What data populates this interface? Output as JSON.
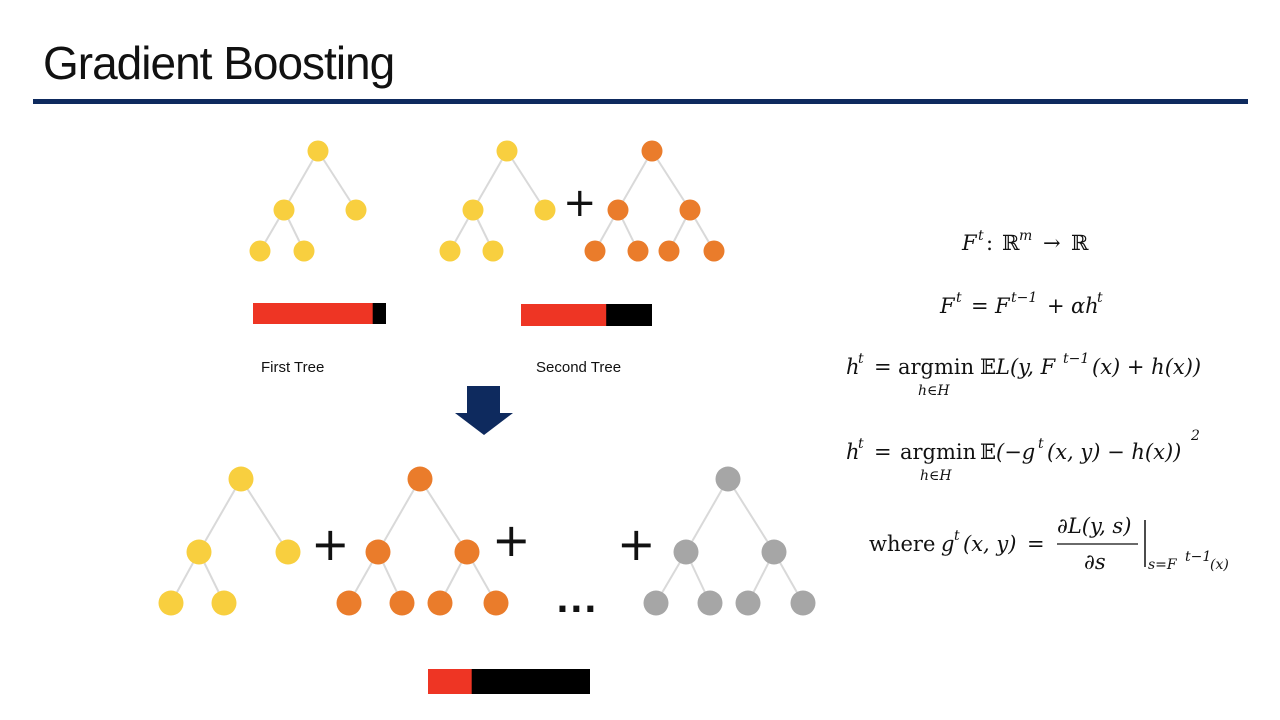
{
  "title": "Gradient Boosting",
  "colors": {
    "title_rule": "#0e2a5e",
    "tree_yellow": "#f8cf3f",
    "tree_orange": "#ea7c2b",
    "tree_gray": "#a6a6a6",
    "edge": "#d9d9d9",
    "bar_red": "#ee3524",
    "bar_black": "#000000",
    "arrow": "#0e2a5e"
  },
  "top_row": {
    "first_caption": "First Tree",
    "second_caption": "Second Tree",
    "plus_symbol": "+",
    "first_bar_red_fraction": 0.9,
    "second_bar_red_fraction": 0.65
  },
  "bottom_row": {
    "plus_symbol": "+",
    "ellipsis": "...",
    "bar_red_fraction": 0.27
  },
  "formulas": {
    "f1": {
      "F": "F",
      "t": "t",
      "colon": ":",
      "Rm": "ℝ",
      "m": "m",
      "arrow": "→",
      "R": "ℝ"
    },
    "f2": {
      "lhs": "F",
      "t": "t",
      "eq": "=",
      "F2": "F",
      "tm1": "t−1",
      "plus": "+ ",
      "alpha_h": "αh",
      "t2": "t"
    },
    "f3": {
      "h": "h",
      "t": "t",
      "eq": "=",
      "argmin": "argmin",
      "under": "h∈H",
      "E": "𝔼",
      "L": "L(y, F",
      "tm1": "t−1",
      "rest": "(x) + h(x))"
    },
    "f4": {
      "h": "h",
      "t": "t",
      "eq": "=",
      "argmin": "argmin",
      "under": "h∈H",
      "E": "𝔼",
      "body": "(−g",
      "t2": "t",
      "body2": "(x, y) − h(x))",
      "sq": "2"
    },
    "f5": {
      "where": "where",
      "g": "g",
      "t": "t",
      "args": "(x, y)",
      "eq": "=",
      "num": "∂L(y, s)",
      "den": "∂s",
      "sub": "s=F",
      "subsup": "t−1",
      "subarg": "(x)"
    }
  }
}
